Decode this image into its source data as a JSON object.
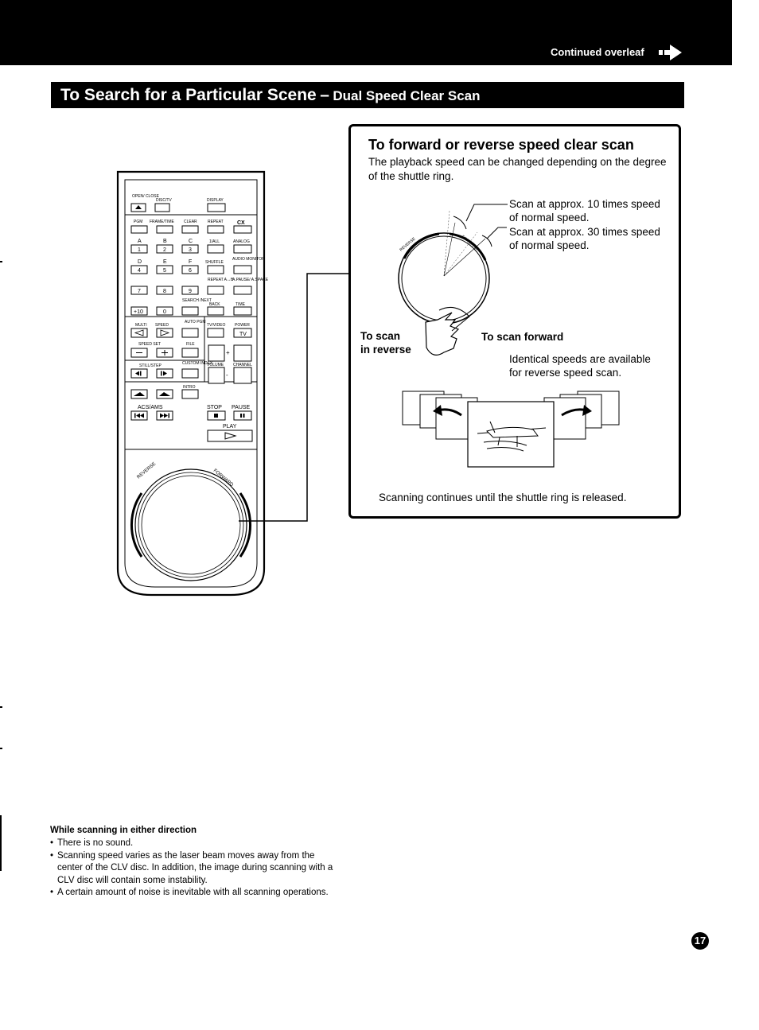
{
  "header": {
    "continued": "Continued overleaf"
  },
  "title": {
    "main": "To Search for a Particular Scene",
    "separator": "–",
    "sub": "Dual Speed Clear Scan"
  },
  "panel": {
    "heading": "To forward or reverse speed clear scan",
    "intro": "The playback speed can be changed depending on the degree of the shuttle ring.",
    "scan10_l1": "Scan at approx. 10 times speed",
    "scan10_l2": "of normal speed.",
    "scan30_l1": "Scan at approx. 30 times speed",
    "scan30_l2": "of normal speed.",
    "to_scan_l1": "To scan",
    "to_scan_l2": "in reverse",
    "to_scan_forward": "To scan forward",
    "identical_l1": "Identical speeds are available",
    "identical_l2": "for reverse speed scan.",
    "ring_reverse": "REVERSE",
    "ring_forward": "FORWARD",
    "footer": "Scanning continues until the shuttle ring is released."
  },
  "remote": {
    "open_close": "OPEN/ CLOSE",
    "disc_tv": "DISC/TV",
    "display": "DISPLAY",
    "pgm": "PGM",
    "frame_time": "FRAME/TIME",
    "clear": "CLEAR",
    "repeat": "REPEAT",
    "cx": "CX",
    "a": "A",
    "b": "B",
    "c": "C",
    "d": "D",
    "e": "E",
    "f": "F",
    "k1": "1",
    "k2": "2",
    "k3": "3",
    "k4": "4",
    "k5": "5",
    "k6": "6",
    "k7": "7",
    "k8": "8",
    "k9": "9",
    "k10": "+10",
    "k0": "0",
    "one_all": "1/ALL",
    "analog": "ANALOG",
    "shuffle": "SHUFFLE",
    "audio_monitor": "AUDIO MONITOR",
    "repeat_ab": "REPEAT A↔B",
    "a_pause": "A.PAUSE/ A.SPACE",
    "search_next": "SEARCH /NEXT",
    "back": "BACK",
    "time": "TIME",
    "multi": "MULTI",
    "speed": "SPEED",
    "auto_pgm": "AUTO PGM",
    "tv_video": "TV/VIDEO",
    "power": "POWER",
    "tv_btn": "TV",
    "speed_set": "SPEED SET",
    "file": "FILE",
    "still_step": "STILL/STEP",
    "custom_index": "CUSTOM INDEX",
    "volume": "VOLUME",
    "channel": "CHANNEL",
    "intro": "INTRO",
    "acs_ams": "ACS/AMS",
    "stop": "STOP",
    "pause": "PAUSE",
    "play": "PLAY",
    "reverse": "REVERSE",
    "forward": "FORWARD"
  },
  "notes": {
    "heading": "While scanning in either direction",
    "items": [
      "There is no sound.",
      "Scanning speed varies as the laser beam moves away from the center of the CLV disc. In addition, the image during scanning with a CLV disc will contain some instability.",
      "A certain amount of noise is inevitable with all scanning operations."
    ]
  },
  "page_number": "17"
}
